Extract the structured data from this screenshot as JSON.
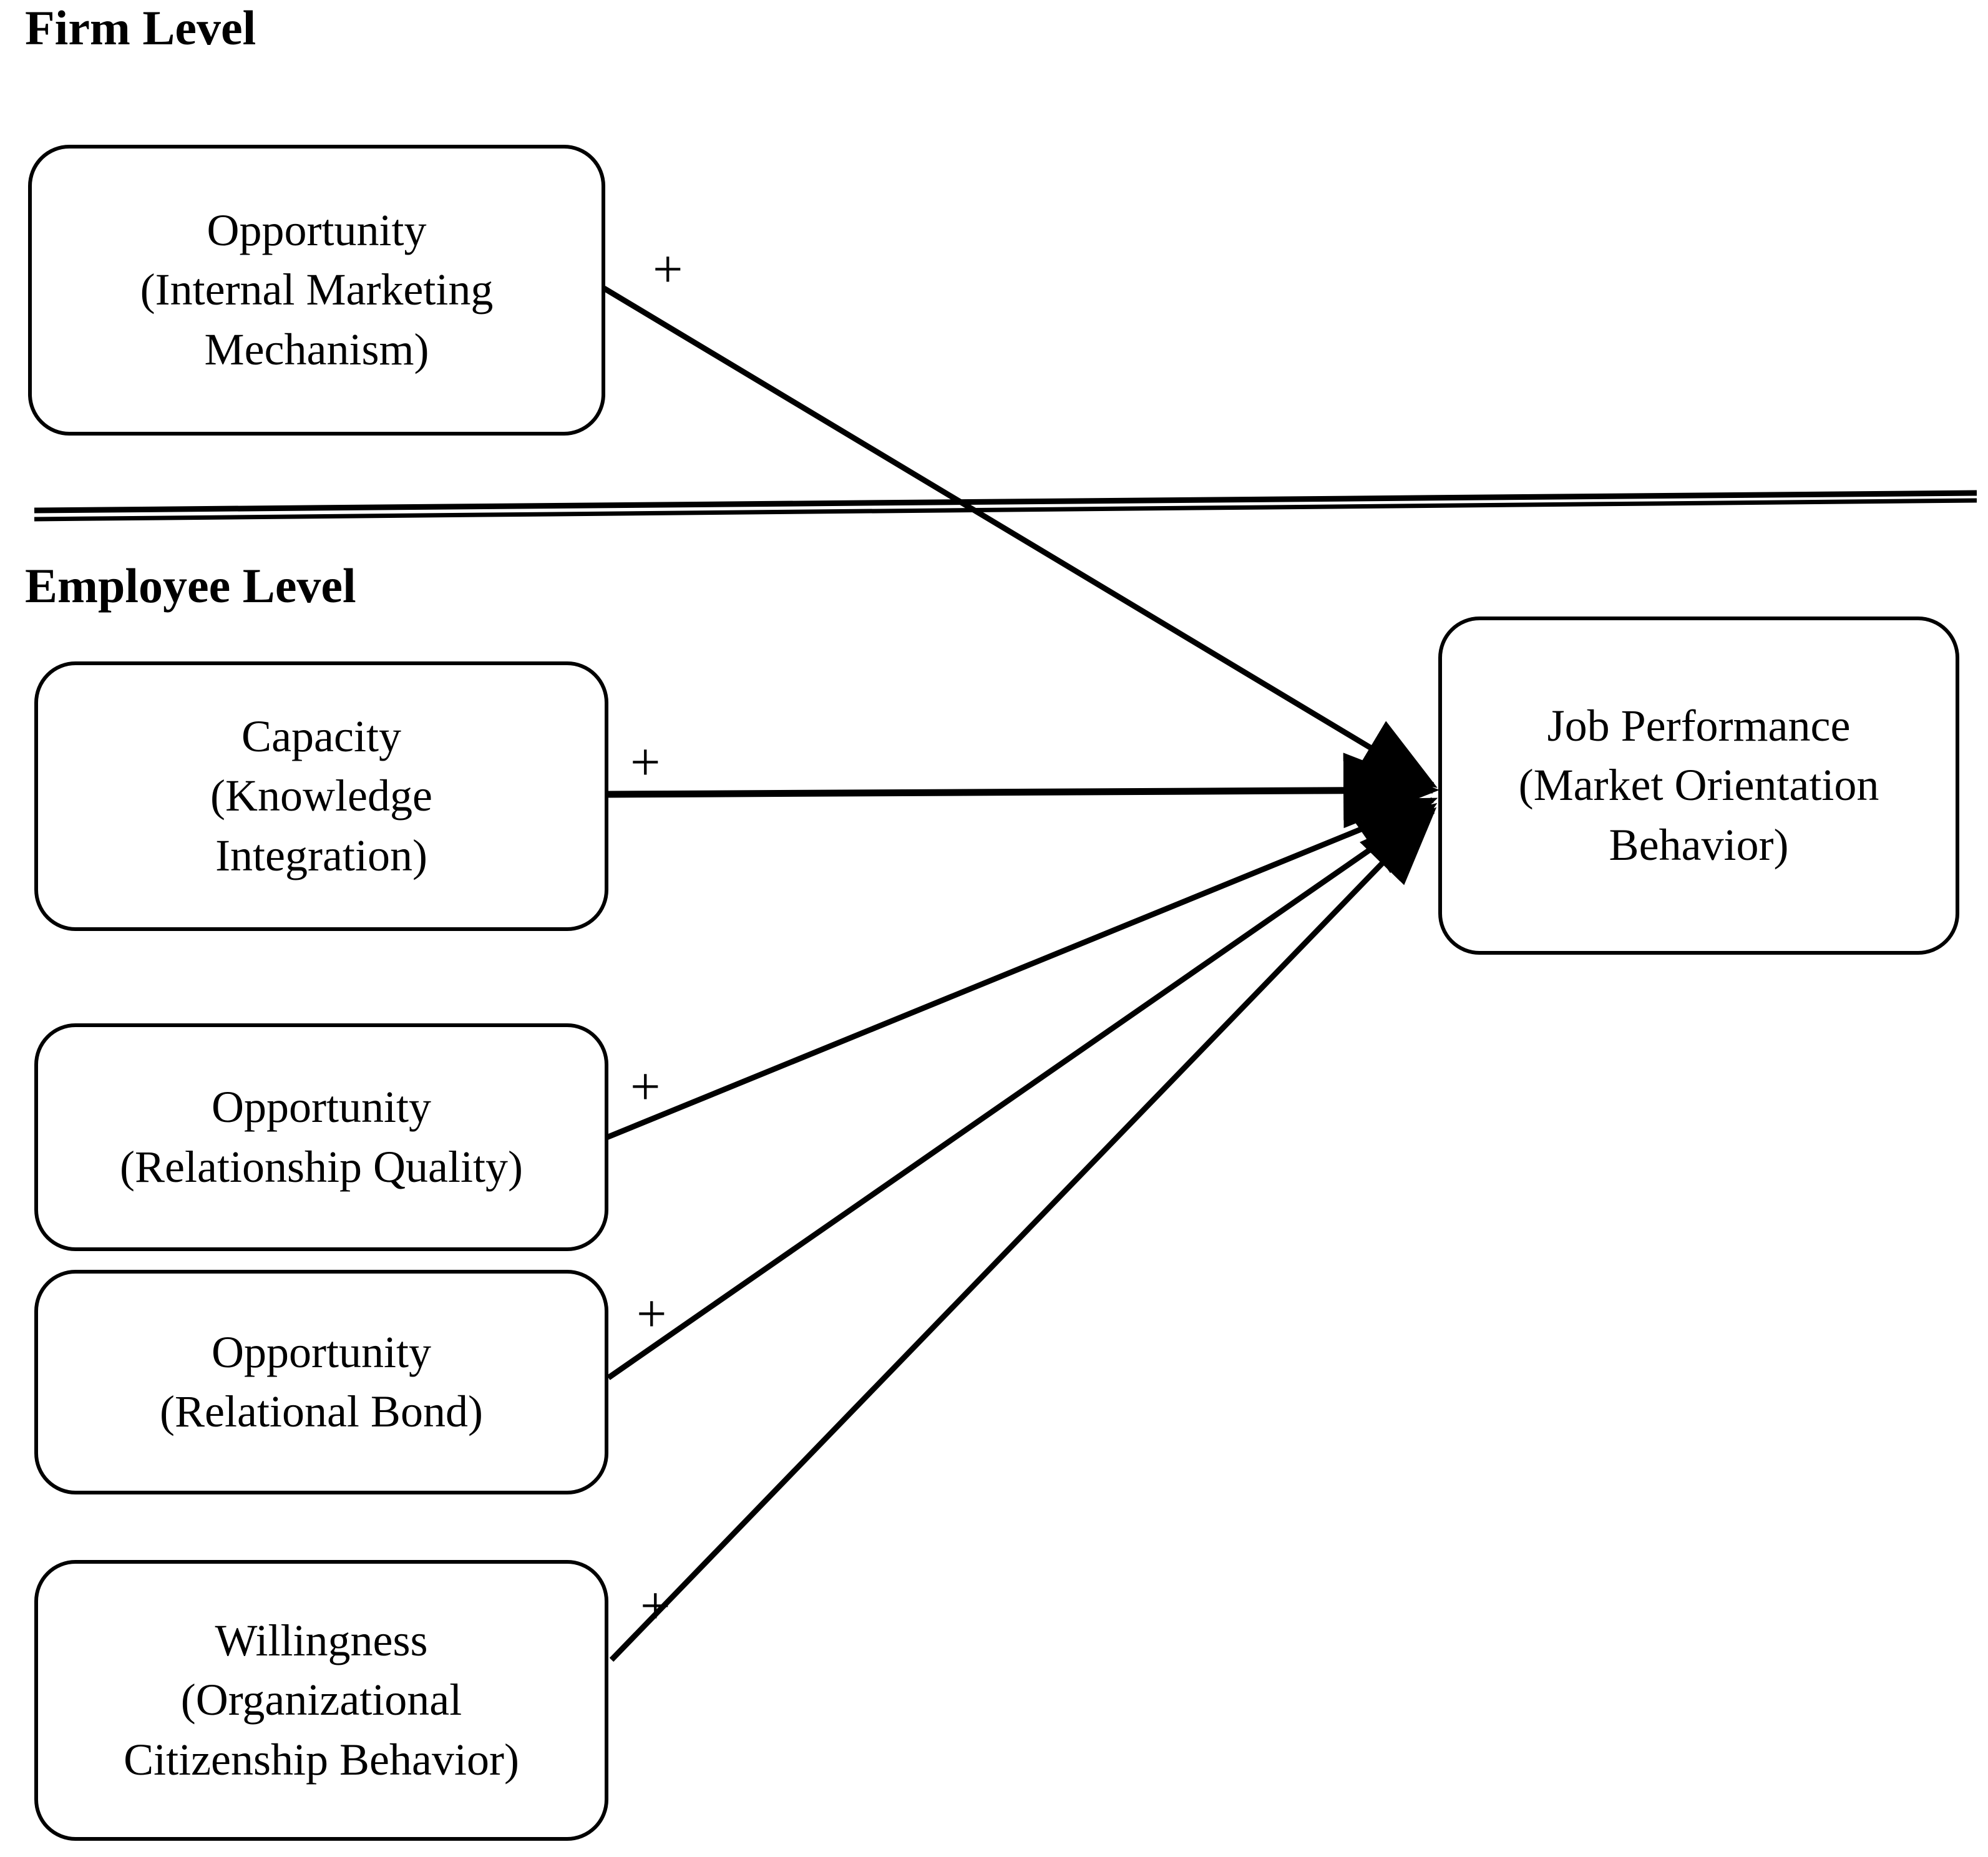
{
  "diagram": {
    "title_firm": "Firm Level",
    "title_employee": "Employee Level",
    "divider_label": "level-separator-line"
  },
  "nodes": {
    "firm_opportunity": {
      "line1": "Opportunity",
      "line2": "(Internal Marketing",
      "line3": "Mechanism)"
    },
    "capacity": {
      "line1": "Capacity",
      "line2": "(Knowledge",
      "line3": "Integration)"
    },
    "opportunity_relationship_quality": {
      "line1": "Opportunity",
      "line2": "(Relationship Quality)"
    },
    "opportunity_relational_bond": {
      "line1": "Opportunity",
      "line2": "(Relational Bond)"
    },
    "willingness_ocb": {
      "line1": "Willingness",
      "line2": "(Organizational",
      "line3": "Citizenship Behavior)"
    },
    "job_performance": {
      "line1": "Job Performance",
      "line2": "(Market Orientation",
      "line3": "Behavior)"
    }
  },
  "edges": {
    "e1_sign": "+",
    "e2_sign": "+",
    "e3_sign": "+",
    "e4_sign": "+",
    "e5_sign": "+"
  },
  "style": {
    "stroke": "#000000",
    "background": "#ffffff"
  }
}
